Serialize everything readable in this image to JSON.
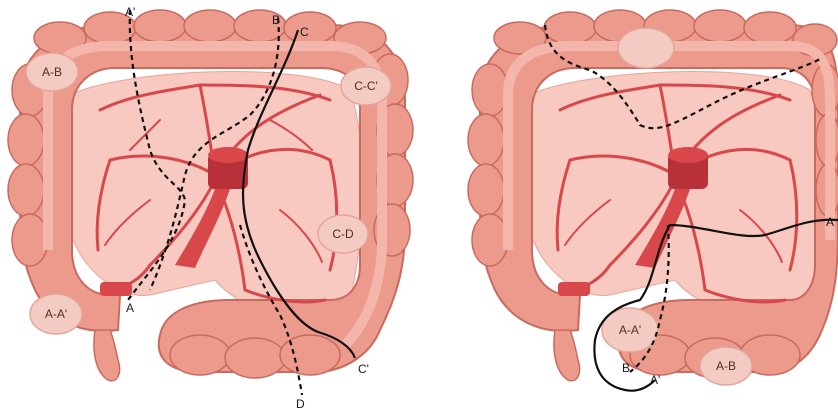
{
  "left_diagram": {
    "tumor_labels": [
      "A-B",
      "C-C'",
      "C-D",
      "A-A'"
    ],
    "line_labels": [
      "A'",
      "B",
      "C",
      "A",
      "C'",
      "D"
    ]
  },
  "right_diagram": {
    "tumor_labels": [
      "A-A'",
      "A-B"
    ],
    "line_labels": [
      "A",
      "B",
      "A'"
    ]
  },
  "colors": {
    "colon_outer": "#ec9a8c",
    "colon_inner": "#f4b6ab",
    "colon_stroke": "#c96a5e",
    "mesentery": "#f7c9c0",
    "vessel": "#d8484a",
    "vessel_dark": "#b8303a",
    "tumor": "#f3cbc2",
    "line": "#111111"
  }
}
